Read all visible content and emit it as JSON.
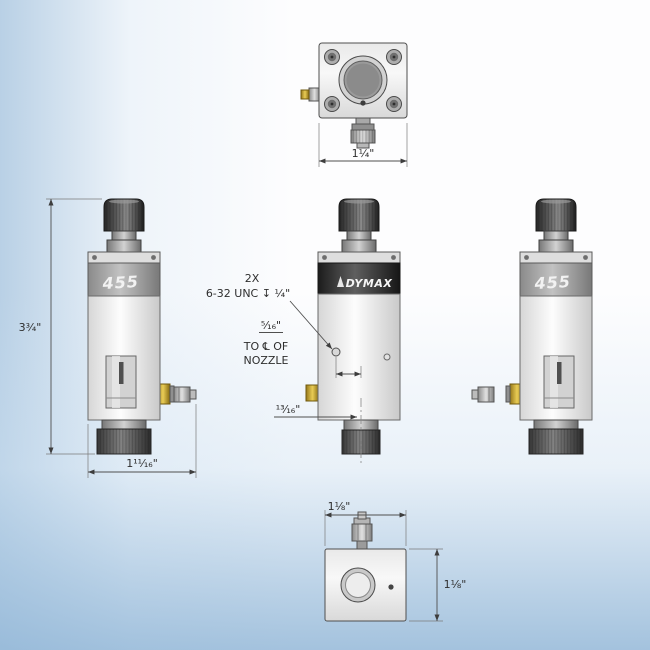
{
  "drawing": {
    "brand": "DYMAX",
    "model": "455",
    "dimensions": {
      "top_width": "1¼\"",
      "overall_height": "3¾\"",
      "overall_width": "1¹¹⁄₁₆\"",
      "bottom_width": "1⅛\"",
      "bottom_depth": "1⅛\""
    },
    "annotations": {
      "tap_qty": "2X",
      "tap_spec": "6-32 UNC ↧ ¼\"",
      "offset": "⁵⁄₁₆\"",
      "offset_note_1": "TO ℄ OF",
      "offset_note_2": "NOZZLE",
      "nozzle_offset": "¹³⁄₁₆\""
    }
  }
}
